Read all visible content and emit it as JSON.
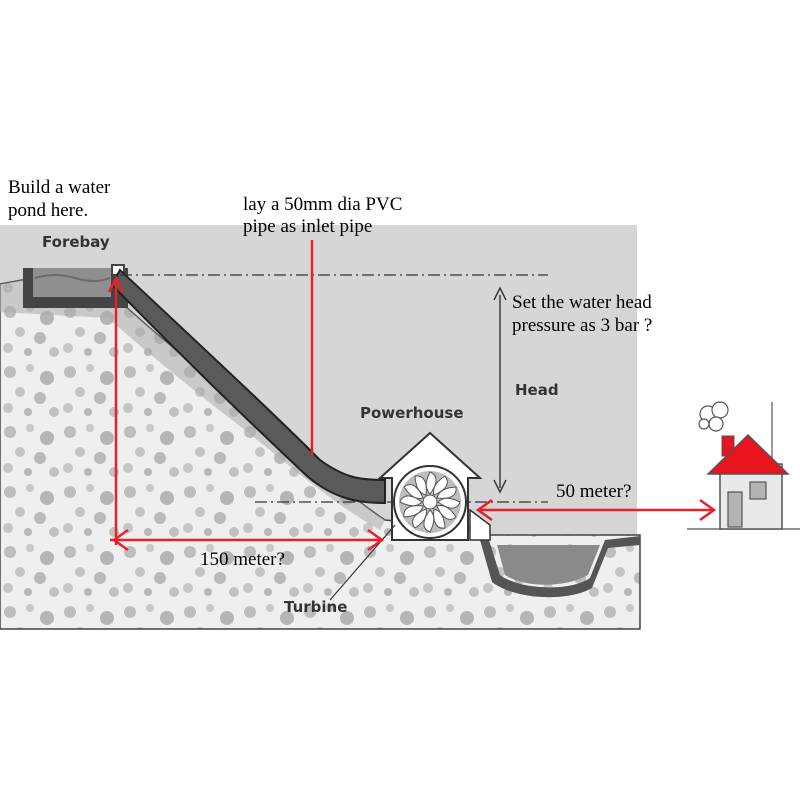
{
  "annotations": {
    "pond_note_line1": "Build a water",
    "pond_note_line2": "pond here.",
    "pipe_note_line1": "lay a 50mm dia PVC",
    "pipe_note_line2": "pipe as inlet pipe",
    "head_note_line1": "Set the water head",
    "head_note_line2": "pressure as 3  bar ?",
    "horizontal_distance": "150 meter?",
    "house_distance": "50 meter?"
  },
  "labels": {
    "forebay": "Forebay",
    "head": "Head",
    "powerhouse": "Powerhouse",
    "turbine": "Turbine"
  },
  "colors": {
    "background_panel": "#d6d6d6",
    "annotation_red": "#e8202a",
    "pipe_fill": "#5a5a5a",
    "roof_red": "#e8141e",
    "house_wall": "#e9e9e9",
    "door_grey": "#b3b3b3"
  },
  "icons": {
    "turbine": "turbine-wheel-icon",
    "house": "house-icon",
    "smoke": "chimney-smoke-icon"
  }
}
